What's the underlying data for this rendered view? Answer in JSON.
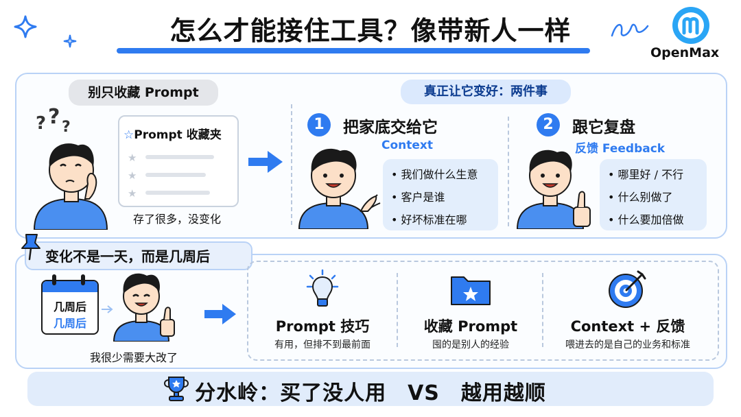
{
  "header": {
    "title": "怎么才能接住工具？像带新人一样",
    "logo_text": "OpenMax"
  },
  "left_panel": {
    "pill": "别只收藏 Prompt",
    "card_title": "Prompt 收藏夹",
    "caption": "存了很多，没变化"
  },
  "right_panel": {
    "pill": "真正让它变好：两件事",
    "step1": {
      "number": "1",
      "title": "把家底交给它",
      "sub": "Context",
      "bullets": [
        "• 我们做什么生意",
        "• 客户是谁",
        "• 好坏标准在哪"
      ]
    },
    "step2": {
      "number": "2",
      "title": "跟它复盘",
      "sub": "反馈 Feedback",
      "bullets": [
        "• 哪里好 / 不行",
        "• 什么别做了",
        "• 什么要加倍做"
      ]
    }
  },
  "lower_panel": {
    "label": "变化不是一天，而是几周后",
    "calendar_line1": "几周后",
    "calendar_line2": "几周后",
    "caption": "我很少需要大改了",
    "tips": [
      {
        "title": "Prompt 技巧",
        "sub": "有用，但排不到最前面",
        "icon": "lightbulb-icon"
      },
      {
        "title": "收藏 Prompt",
        "sub": "囤的是别人的经验",
        "icon": "folder-star-icon"
      },
      {
        "title": "Context + 反馈",
        "sub": "喂进去的是自己的业务和标准",
        "icon": "target-icon"
      }
    ]
  },
  "footer": {
    "text": "分水岭：买了没人用　VS　越用越顺",
    "icon": "trophy-icon"
  },
  "colors": {
    "accent": "#2f7bf0",
    "panel_border": "#b9d2f6",
    "light_blue": "#e3eefc"
  }
}
